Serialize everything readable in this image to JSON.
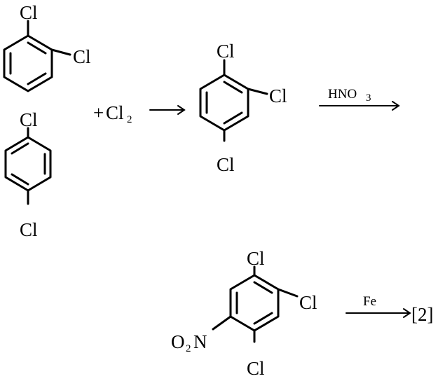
{
  "reaction": {
    "reactant_ortho": {
      "sub_top": "Cl",
      "sub_right": "Cl"
    },
    "reactant_para": {
      "sub_top": "Cl",
      "sub_bottom": "Cl"
    },
    "chlorination": {
      "plus": "+",
      "reagent": "Cl",
      "reagent_sub": "2"
    },
    "intermediate": {
      "sub_top": "Cl",
      "sub_right": "Cl",
      "sub_bottom": "Cl"
    },
    "nitration": {
      "reagent": "HNO",
      "reagent_sub": "3"
    },
    "product": {
      "sub_top": "Cl",
      "sub_right": "Cl",
      "sub_bottom": "Cl",
      "nitro_o": "O",
      "nitro_sub": "2",
      "nitro_n": "N"
    },
    "reduction": {
      "reagent": "Fe",
      "result": "[2]"
    }
  }
}
